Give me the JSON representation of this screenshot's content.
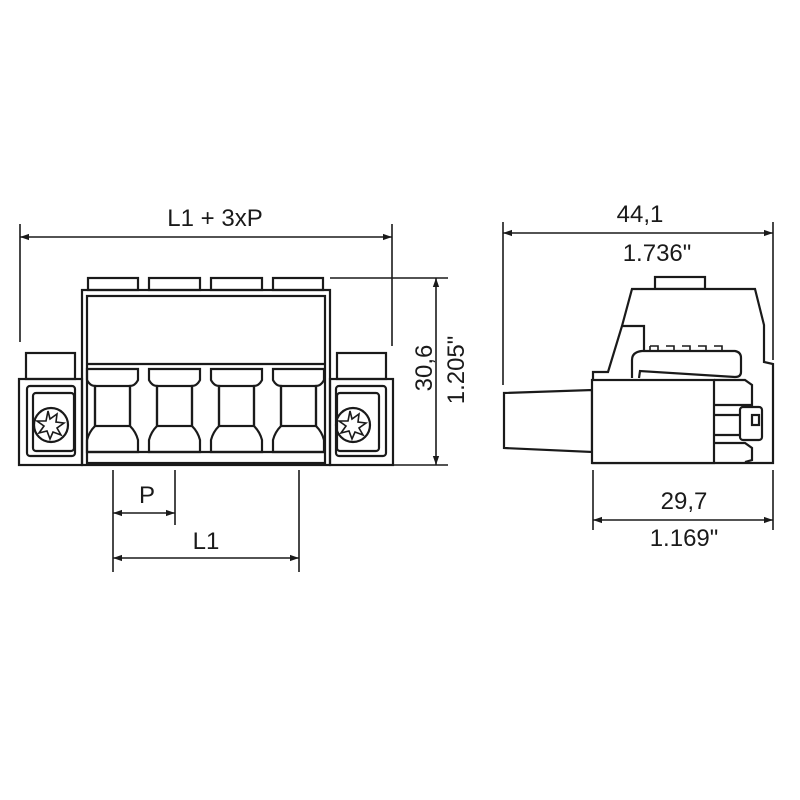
{
  "front_view": {
    "overall_width_label": "L1 + 3xP",
    "height_mm": "30,6",
    "height_in": "1.205\"",
    "pitch_label": "P",
    "length_label": "L1"
  },
  "side_view": {
    "overall_depth_mm": "44,1",
    "overall_depth_in": "1.736\"",
    "body_depth_mm": "29,7",
    "body_depth_in": "1.169\""
  }
}
